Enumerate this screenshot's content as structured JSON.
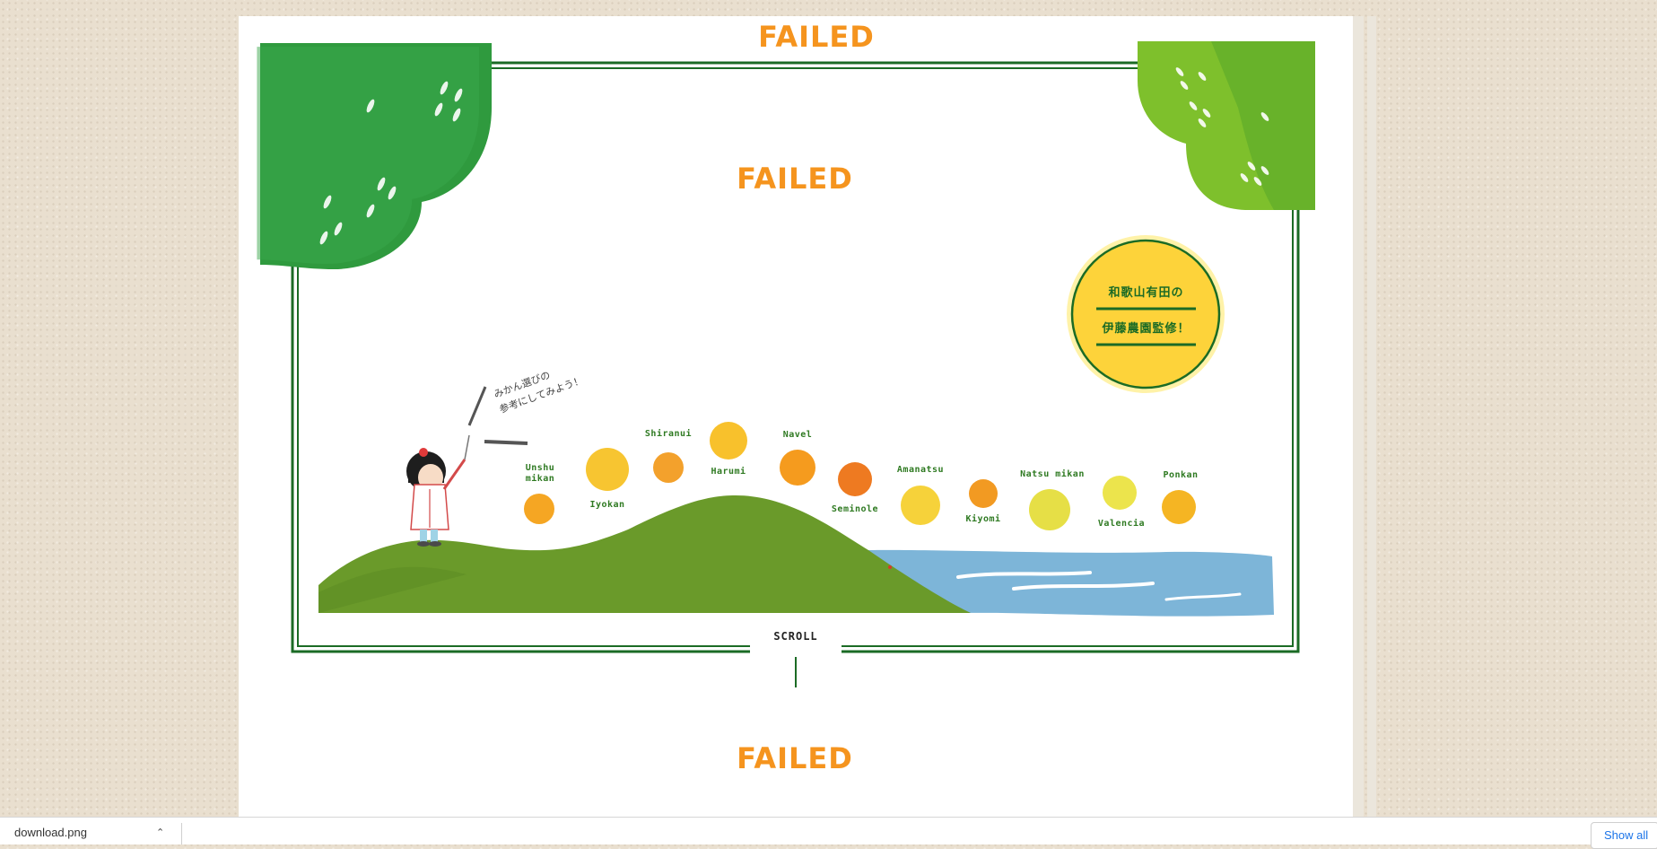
{
  "page": {
    "failed_top": "FAILED",
    "failed_middle": "FAILED",
    "failed_bottom": "FAILED"
  },
  "badge": {
    "line1": "和歌山有田の",
    "line2": "伊藤農園監修！"
  },
  "speech": {
    "line1": "みかん選びの",
    "line2": "参考にしてみよう！"
  },
  "fruits": [
    {
      "label": "Unshu mikan"
    },
    {
      "label": "Iyokan"
    },
    {
      "label": "Shiranui"
    },
    {
      "label": "Harumi"
    },
    {
      "label": "Navel"
    },
    {
      "label": "Seminole"
    },
    {
      "label": "Amanatsu"
    },
    {
      "label": "Kiyomi"
    },
    {
      "label": "Natsu mikan"
    },
    {
      "label": "Valencia"
    },
    {
      "label": "Ponkan"
    }
  ],
  "scroll": {
    "label": "SCROLL"
  },
  "downloads": {
    "file_name": "download.png",
    "show_all": "Show all"
  },
  "colors": {
    "accent_orange": "#f5941e",
    "frame_green": "#1b6b25",
    "badge_yellow": "#fdd33a",
    "grass_green": "#6a9a2a",
    "water_blue": "#7db5d8"
  }
}
